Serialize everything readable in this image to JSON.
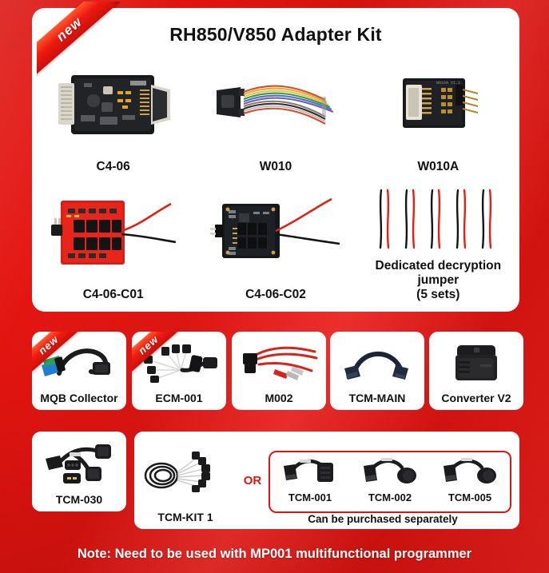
{
  "badge": {
    "new_label": "new"
  },
  "main_panel": {
    "title": "RH850/V850 Adapter Kit",
    "products": [
      {
        "name": "C4-06",
        "art": "pcb-black-dual-connector"
      },
      {
        "name": "W010",
        "art": "ribbon-cable-rainbow"
      },
      {
        "name": "W010A",
        "art": "pcb-black-ffc-header"
      },
      {
        "name": "C4-06-C01",
        "art": "pcb-red-wires"
      },
      {
        "name": "C4-06-C02",
        "art": "pcb-dark-wires"
      },
      {
        "name": "Dedicated decryption jumper",
        "name_line2": "(5 sets)",
        "art": "jumper-wires-5sets"
      }
    ]
  },
  "accessories_row": [
    {
      "name": "MQB Collector",
      "art": "cable-obd-blue-green",
      "new": true
    },
    {
      "name": "ECM-001",
      "art": "harness-multi-branch",
      "new": true
    },
    {
      "name": "M002",
      "art": "cable-red-clamps",
      "new": false
    },
    {
      "name": "TCM-MAIN",
      "art": "cable-navy-db",
      "new": false
    },
    {
      "name": "Converter V2",
      "art": "obd-adapter-black",
      "new": false
    }
  ],
  "bottom_row": {
    "tcm030": {
      "name": "TCM-030",
      "art": "cable-splitter-black"
    },
    "kit": {
      "name": "TCM-KIT 1",
      "art": "harness-coiled-multi"
    },
    "or_label": "OR",
    "optional_items": [
      {
        "name": "TCM-001",
        "art": "adapter-db-to-block"
      },
      {
        "name": "TCM-002",
        "art": "adapter-db-to-round"
      },
      {
        "name": "TCM-005",
        "art": "adapter-db-to-round"
      }
    ],
    "optional_note": "Can be purchased separately"
  },
  "footer": {
    "note": "Note: Need to be used with MP001 multifunctional programmer"
  },
  "colors": {
    "brand_red": "#e01410",
    "card_white": "#ffffff",
    "text_dark": "#111111"
  }
}
